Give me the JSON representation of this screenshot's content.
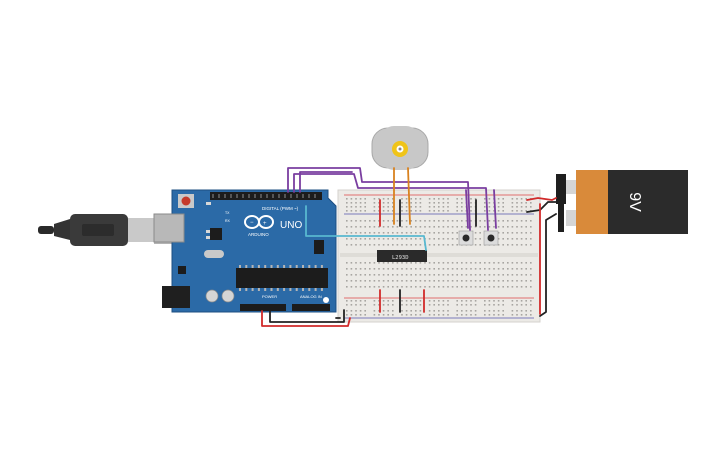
{
  "arduino": {
    "logo_text": "ARDUINO",
    "model": "UNO",
    "digital_label": "DIGITAL (PWM ~)",
    "power_label": "POWER",
    "analog_label": "ANALOG IN",
    "tx_label": "TX",
    "rx_label": "RX"
  },
  "ic": {
    "label": "L293D"
  },
  "battery": {
    "label": "9V"
  },
  "colors": {
    "board": "#2b6aa7",
    "wire_purple": "#7a3ea0",
    "wire_orange": "#d9821f",
    "wire_red": "#d12a2a",
    "wire_black": "#222222",
    "wire_cyan": "#58b8d0",
    "battery_body": "#2b2b2b",
    "battery_label": "#d98a3a",
    "breadboard": "#eceae6"
  },
  "icons": [
    "usb-cable-icon",
    "dc-motor-icon",
    "pushbutton-icon",
    "battery-icon"
  ]
}
